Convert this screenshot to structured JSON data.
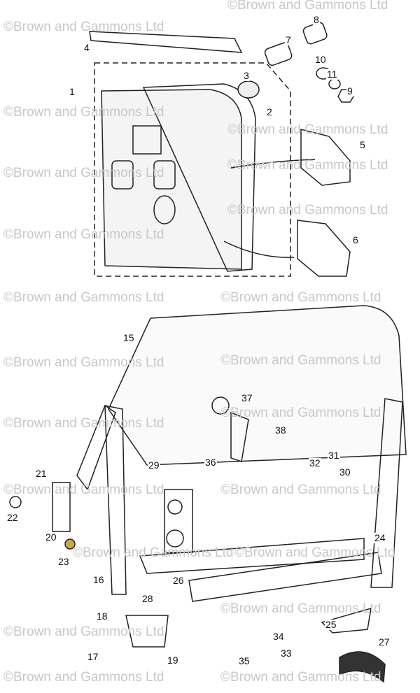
{
  "watermark": "©Brown and Gammons Ltd",
  "labels": [
    "4",
    "8",
    "7",
    "10",
    "11",
    "9",
    "3",
    "1",
    "2",
    "5",
    "6",
    "15",
    "37",
    "38",
    "29",
    "36",
    "32",
    "31",
    "30",
    "21",
    "22",
    "20",
    "23",
    "24",
    "16",
    "26",
    "28",
    "18",
    "25",
    "27",
    "34",
    "17",
    "19",
    "35",
    "33"
  ]
}
